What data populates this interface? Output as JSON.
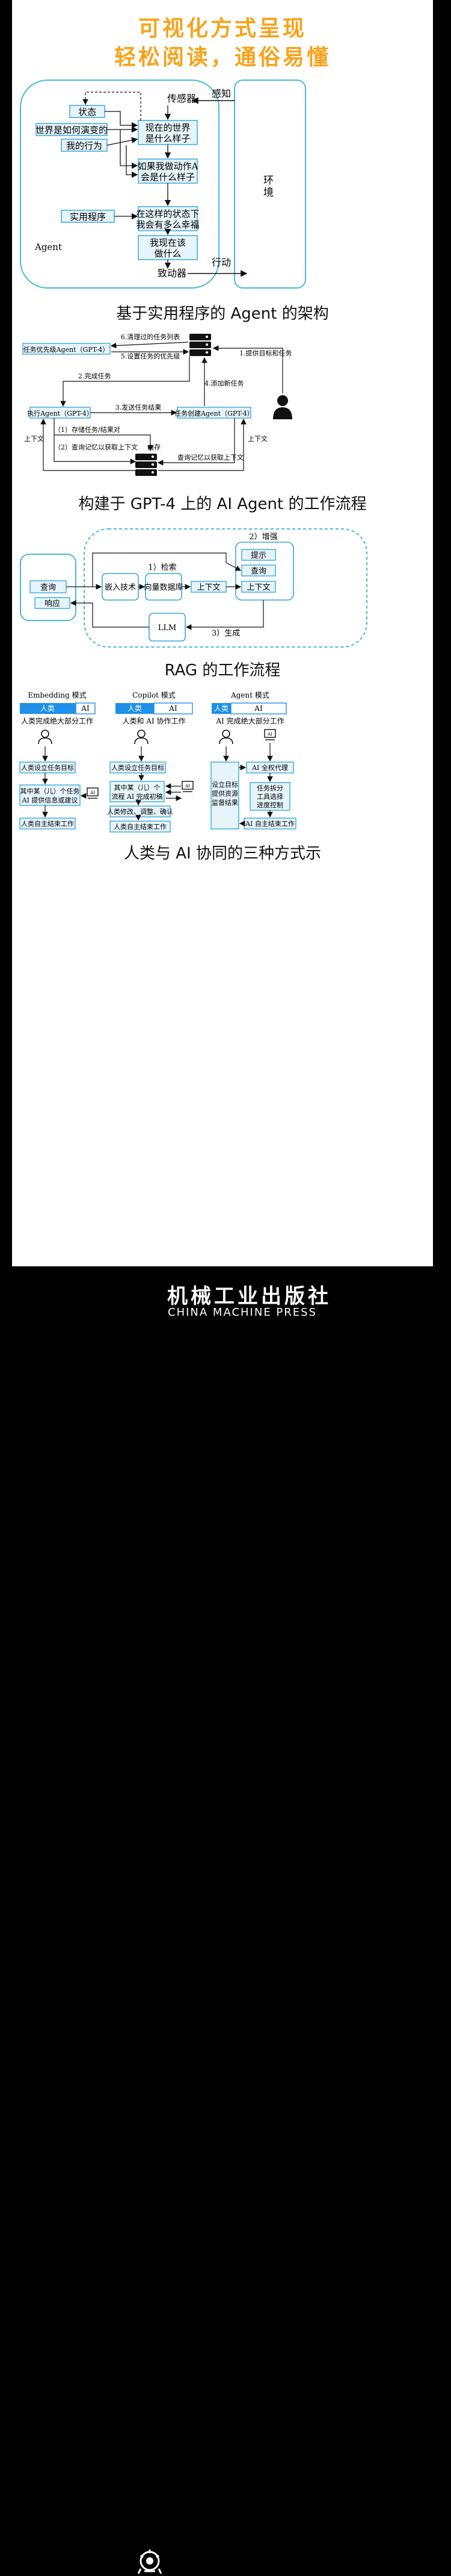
{
  "headline": {
    "line1": "可视化方式呈现",
    "line2": "轻松阅读，通俗易懂"
  },
  "diagram1": {
    "caption": "基于实用程序的 Agent 的架构",
    "agent_label": "Agent",
    "sensor": "传感器",
    "perceive": "感知",
    "state": "状态",
    "world_evolve": "世界是如何演变的",
    "my_action": "我的行为",
    "world_now": [
      "现在的世界",
      "是什么样子"
    ],
    "if_action": [
      "如果我做动作A",
      "会是什么样子"
    ],
    "utility": "实用程序",
    "happiness": [
      "在这样的状态下",
      "我会有多么幸福"
    ],
    "what_do": [
      "我现在该",
      "做什么"
    ],
    "actuator": "致动器",
    "act": "行动",
    "environment": [
      "环",
      "境"
    ]
  },
  "diagram2": {
    "caption": "构建于 GPT-4 上的 AI Agent 的工作流程",
    "priority_agent": "任务优先级Agent（GPT-4）",
    "exec_agent": "执行Agent（GPT-4）",
    "create_agent": "任务创建Agent（GPT-4）",
    "step1": "1.提供目标和任务",
    "step2": "2.完成任务",
    "step3": "3.发送任务结果",
    "step4": "4.添加新任务",
    "step5": "5.设置任务的优先级",
    "step6": "6.清理过的任务列表",
    "store": "（1）存储任务/结果对",
    "query": "（2）查询记忆以获取上下文",
    "memory": "内存",
    "query_right": "查询记忆以获取上下文",
    "context_left": "上下文",
    "context_right": "上下文"
  },
  "diagram3": {
    "caption": "RAG 的工作流程",
    "query": "查询",
    "response": "响应",
    "embed": "嵌入技术",
    "vector_db": "向量数据库",
    "context": "上下文",
    "retrieve": "1）检索",
    "augment": "2）增强",
    "generate": "3）生成",
    "llm": "LLM",
    "prompt": "提示",
    "aug_query": "查询",
    "aug_context": "上下文"
  },
  "diagram4": {
    "caption": "人类与 AI 协同的三种方式示",
    "human": "人类",
    "ai": "AI",
    "embedding": {
      "title": "Embedding 模式",
      "desc": "人类完成绝大部分工作",
      "box1": "人类设立任务目标",
      "box2": [
        "其中某（儿）个任务",
        "AI 提供信息或建议"
      ],
      "box3": "人类自主结束工作"
    },
    "copilot": {
      "title": "Copilot 模式",
      "desc": "人类和 AI 协作工作",
      "box1": "人类设立任务目标",
      "box2": [
        "其中某（儿）个",
        "流程 AI 完成初稿"
      ],
      "box3": "人类修改、调整、确认",
      "box4": "人类自主结束工作"
    },
    "agent": {
      "title": "Agent 模式",
      "desc": "AI 完成绝大部分工作",
      "left": [
        "设立目标",
        "提供资源",
        "监督结果"
      ],
      "box1": "AI 全权代理",
      "box2": [
        "任务拆分",
        "工具选择",
        "进度控制"
      ],
      "box3": "AI 自主结束工作"
    },
    "colors": {
      "human_bar": "#1e90e8",
      "box_border": "#3aa9d8",
      "box_fill": "#e6f4fb"
    }
  },
  "footer": {
    "cn": "机械工业出版社",
    "en": "CHINA MACHINE PRESS"
  }
}
